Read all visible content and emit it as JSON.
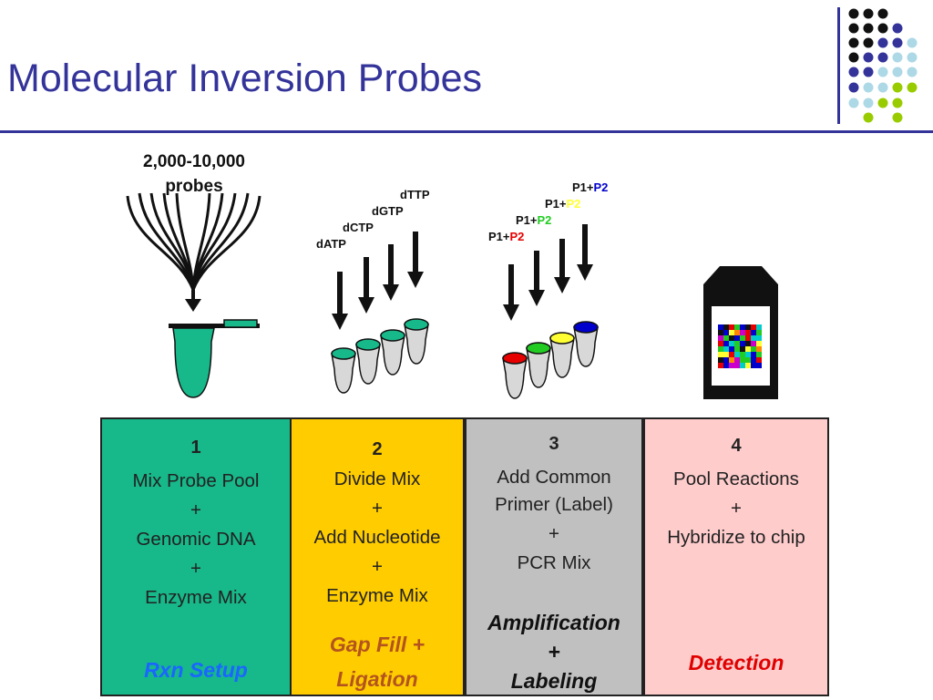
{
  "slide": {
    "title": "Molecular Inversion Probes"
  },
  "figure": {
    "probes_count": "2,000-10,000",
    "probes_word": "probes",
    "nucleotides": [
      "dATP",
      "dCTP",
      "dGTP",
      "dTTP"
    ],
    "primers": [
      {
        "p1": "P1+",
        "p2": "P2",
        "p2_color": "#e60000"
      },
      {
        "p1": "P1+",
        "p2": "P2",
        "p2_color": "#22cc22"
      },
      {
        "p1": "P1+",
        "p2": "P2",
        "p2_color": "#ffff33"
      },
      {
        "p1": "P1+",
        "p2": "P2",
        "p2_color": "#0000cc"
      }
    ]
  },
  "steps": [
    {
      "number": "1",
      "lines": [
        "Mix Probe Pool",
        "+",
        "Genomic DNA",
        "+",
        "Enzyme Mix"
      ],
      "caption": [
        "Rxn Setup"
      ],
      "bg": "#17b88a",
      "caption_color": "#1a66ff"
    },
    {
      "number": "2",
      "lines": [
        "Divide Mix",
        "+",
        "Add Nucleotide",
        "+",
        "Enzyme Mix"
      ],
      "caption": [
        "Gap Fill +",
        "Ligation"
      ],
      "bg": "#ffcc00",
      "caption_color": "#b3541e"
    },
    {
      "number": "3",
      "lines": [
        "Add Common",
        "Primer (Label)",
        "+",
        "PCR Mix"
      ],
      "caption": [
        "Amplification",
        "+",
        "Labeling"
      ],
      "bg": "#c0c0c0",
      "caption_color": "#111111"
    },
    {
      "number": "4",
      "lines": [
        "Pool Reactions",
        "+",
        "Hybridize to chip"
      ],
      "caption": [
        "Detection"
      ],
      "bg": "#ffcccc",
      "caption_color": "#e00000"
    }
  ],
  "colors": {
    "accent": "#33339a",
    "tube_green": "#17b88a",
    "dot_black": "#111111",
    "dot_indigo": "#33339a",
    "dot_lightblue": "#add8e6",
    "dot_lime": "#99cc00"
  }
}
